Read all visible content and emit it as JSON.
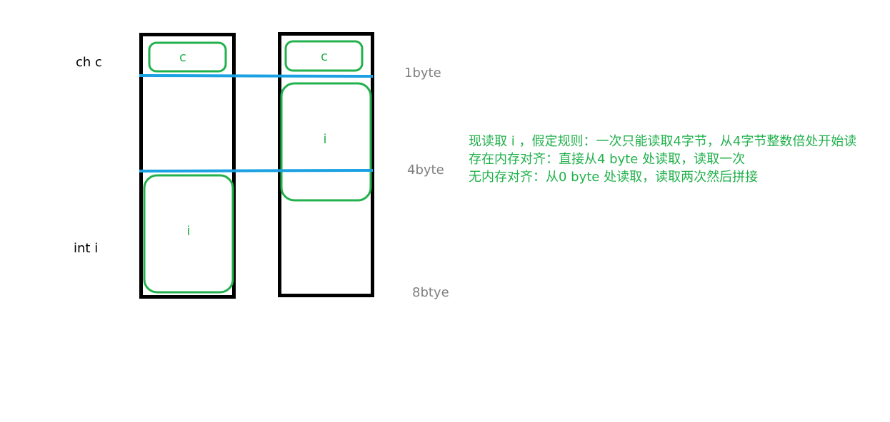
{
  "labels": {
    "left_top": "ch  c",
    "left_bottom": "int i"
  },
  "cells": {
    "left_c": "c",
    "right_c": "c",
    "left_i": "i",
    "right_i": "i"
  },
  "markers": {
    "m1": "1byte",
    "m4": "4byte",
    "m8": "8btye"
  },
  "note": {
    "line1": "现读取 i ，假定规则：一次只能读取4字节，从4字节整数倍处开始读",
    "line2": "存在内存对齐：直接从4 byte 处读取，读取一次",
    "line3": "无内存对齐：从0 byte 处读取，读取两次然后拼接"
  },
  "colors": {
    "box_border": "#000000",
    "cell_border": "#22b14c",
    "divider": "#1ba1e2",
    "marker_text": "#7f7f7f",
    "note_text": "#22b14c"
  }
}
